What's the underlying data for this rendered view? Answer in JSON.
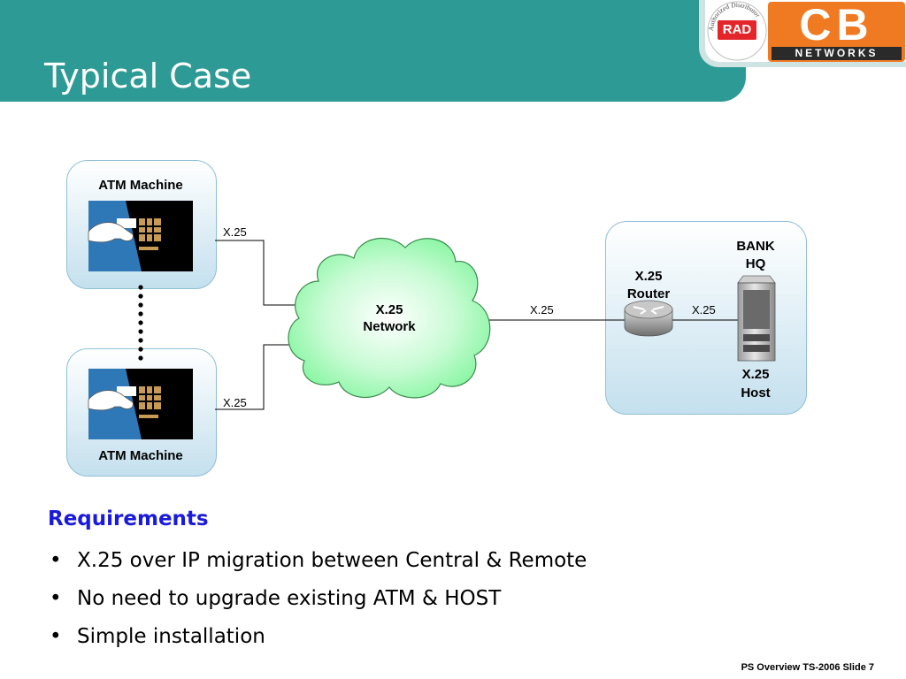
{
  "slide": {
    "title": "Typical Case",
    "footer": "PS Overview TS-2006  Slide 7"
  },
  "logo": {
    "badge_text": "RAD",
    "seal_text": "Authorized Distributor",
    "brand_top": "CB",
    "brand_bottom": "NETWORKS",
    "colors": {
      "orange": "#f07a22",
      "red": "#e4262a",
      "dark": "#2a2a2a"
    }
  },
  "diagram": {
    "atm_top_label": "ATM Machine",
    "atm_bottom_label": "ATM Machine",
    "network_label_line1": "X.25",
    "network_label_line2": "Network",
    "router_label_line1": "X.25",
    "router_label_line2": "Router",
    "bank_label_line1": "BANK",
    "bank_label_line2": "HQ",
    "host_label_line1": "X.25",
    "host_label_line2": "Host",
    "link_atm_top": "X.25",
    "link_atm_bottom": "X.25",
    "link_network_router": "X.25",
    "link_router_host": "X.25",
    "colors": {
      "cloud": "#7ef59a",
      "box_border": "#8fbfd6",
      "header": "#2e9a95"
    }
  },
  "requirements": {
    "heading": "Requirements",
    "items": [
      "X.25 over IP migration between Central & Remote",
      "No need to upgrade existing ATM & HOST",
      "Simple installation"
    ]
  }
}
